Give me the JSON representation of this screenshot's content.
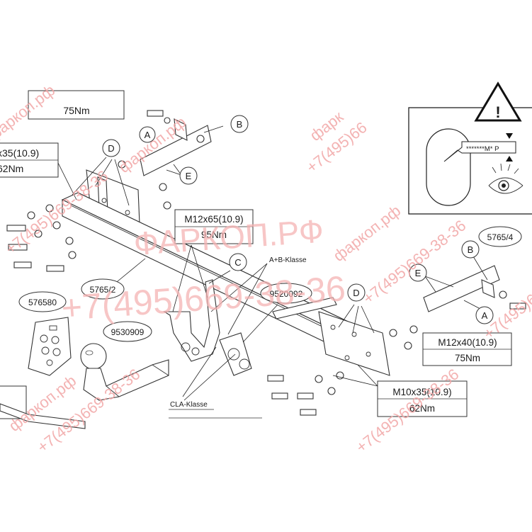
{
  "torque_labels": {
    "top_left_partial": "75Nm",
    "left_spec_partial": "x35(10.9)",
    "left_torque_partial": "62Nm",
    "center_spec": "M12x65(10.9)",
    "center_torque": "95Nm",
    "right_spec": "M12x40(10.9)",
    "right_torque": "75Nm",
    "bottom_spec": "M10x35(10.9)",
    "bottom_torque": "62Nm"
  },
  "callouts": {
    "a_left": "A",
    "b_left": "B",
    "d_left": "D",
    "e_left": "E",
    "c_center": "C",
    "b_right": "B",
    "e_right": "E",
    "a_right": "A",
    "d_right": "D"
  },
  "part_numbers": {
    "crossbar": "5765/2",
    "bracket_right": "5765/4",
    "electrics": "576580",
    "ball": "9530909",
    "clamp": "9520092"
  },
  "class_labels": {
    "ab_klasse": "A+B-Klasse",
    "cla_klasse": "CLA-Klasse"
  },
  "warning_panel": {
    "symbol": "!",
    "gauge_text": "*******M* P"
  },
  "watermarks": {
    "big_brand": "ФАРКОП.РФ",
    "big_phone": "+7(495)669-38-36",
    "small_brand": "фаркоп.рф",
    "small_phone": "+7(495)669-38-36",
    "partial_top": "фарк",
    "partial_mid": "+7(495)66"
  }
}
